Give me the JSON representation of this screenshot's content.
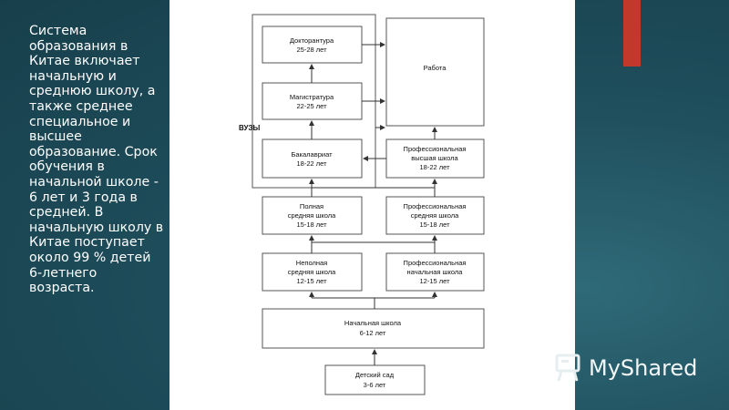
{
  "description_text": "Система образования в Китае включает начальную и среднюю школу, а также среднее специальное и высшее образование. Срок обучения в начальной школе - 6 лет и 3 года в средней. В начальную школу в Китае поступает около 99 % детей 6-летнего возраста.",
  "diagram": {
    "vuz_label": "ВУЗЫ",
    "boxes": {
      "doctorantura": [
        "Докторантура",
        "25-28 лет"
      ],
      "rabota": [
        "Работа"
      ],
      "magistratura": [
        "Магистратура",
        "22-25 лет"
      ],
      "bakalavriat": [
        "Бакалавриат",
        "18-22 лет"
      ],
      "prof_vysshaya": [
        "Профессиональная",
        "высшая школа",
        "18-22 лет"
      ],
      "polnaya_srednyaya": [
        "Полная",
        "средняя школа",
        "15-18 лет"
      ],
      "prof_srednyaya": [
        "Профессиональная",
        "средняя школа",
        "15-18 лет"
      ],
      "nepolnaya_srednyaya": [
        "Неполная",
        "средняя школа",
        "12-15 лет"
      ],
      "prof_nachalnaya": [
        "Профессиональная",
        "начальная школа",
        "12-15 лет"
      ],
      "nachalnaya": [
        "Начальная школа",
        "6-12 лет"
      ],
      "detsky_sad": [
        "Детский сад",
        "3-6 лет"
      ]
    }
  },
  "watermark": {
    "text": "MyShared",
    "icon": "presentation-board-icon"
  },
  "colors": {
    "background": "#1f4e5c",
    "accent": "#c0392b",
    "panel": "#ffffff"
  }
}
